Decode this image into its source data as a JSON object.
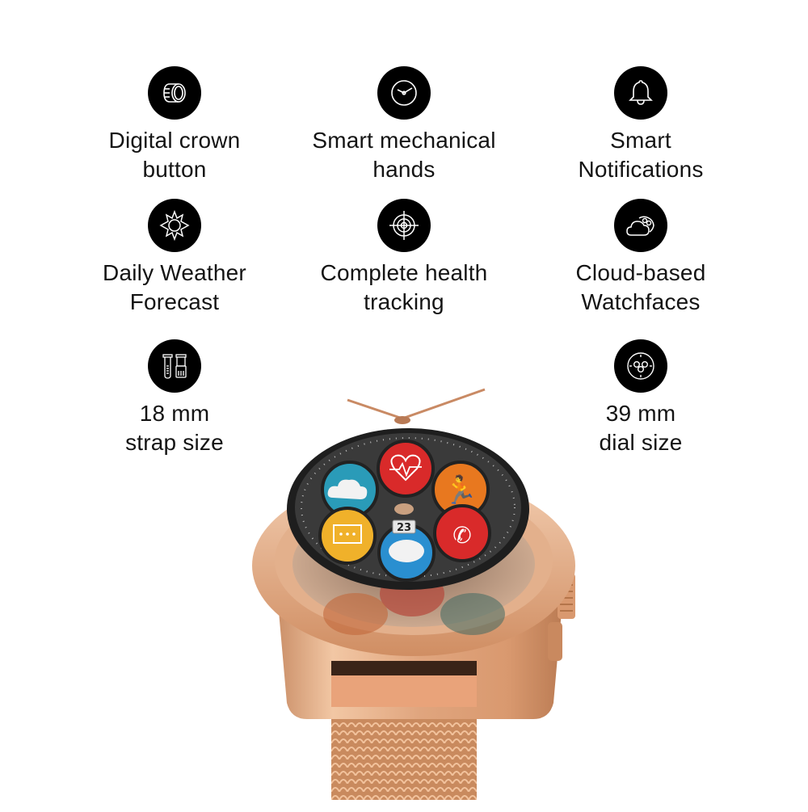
{
  "features": [
    {
      "id": "digital-crown",
      "icon": "crown-icon",
      "line1": "Digital crown",
      "line2": "button"
    },
    {
      "id": "mechanical-hands",
      "icon": "clock-icon",
      "line1": "Smart mechanical",
      "line2": "hands"
    },
    {
      "id": "notifications",
      "icon": "bell-icon",
      "line1": "Smart",
      "line2": "Notifications"
    },
    {
      "id": "weather",
      "icon": "sun-icon",
      "line1": "Daily Weather",
      "line2": "Forecast"
    },
    {
      "id": "health",
      "icon": "target-icon",
      "line1": "Complete health",
      "line2": "tracking"
    },
    {
      "id": "watchfaces",
      "icon": "cloud-icon",
      "line1": "Cloud-based",
      "line2": "Watchfaces"
    },
    {
      "id": "strap",
      "icon": "strap-icon",
      "line1": "18 mm",
      "line2": "strap size"
    },
    {
      "id": "dial",
      "icon": "dial-icon",
      "line1": "39 mm",
      "line2": "dial size"
    }
  ],
  "watch": {
    "date": "23",
    "apps": [
      {
        "name": "heart-rate",
        "color": "#d92a2a"
      },
      {
        "name": "activity",
        "color": "#e8781f"
      },
      {
        "name": "call",
        "color": "#d92a2a"
      },
      {
        "name": "messages",
        "color": "#2a8fd0"
      },
      {
        "name": "sms",
        "color": "#f0b12a"
      },
      {
        "name": "weather",
        "color": "#2a9bb8"
      }
    ],
    "case_color": "#d9a07a",
    "dial_color": "#3a3a3a"
  }
}
